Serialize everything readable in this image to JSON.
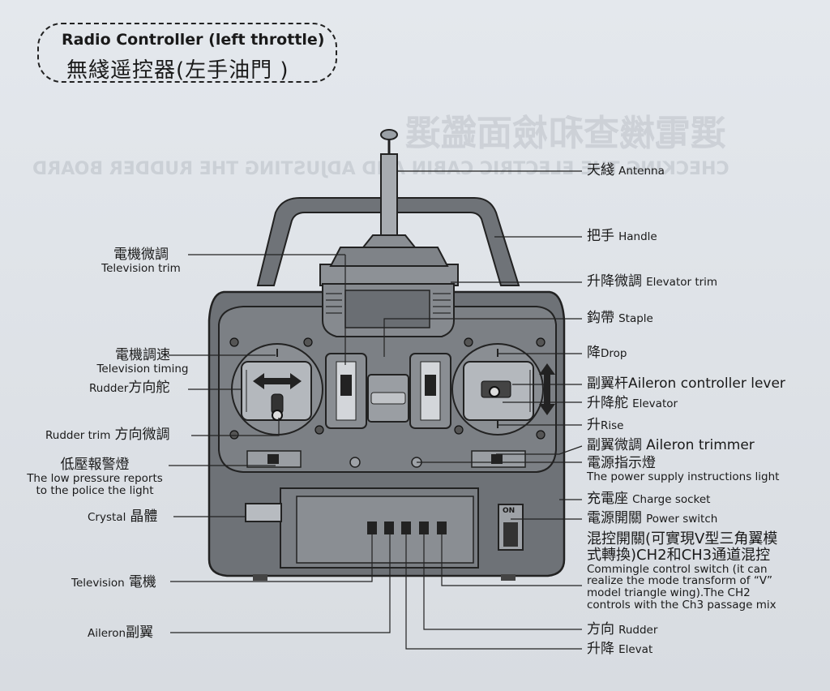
{
  "title": {
    "en": "Radio Controller (left throttle)",
    "zh": "無綫遥控器(左手油門 )"
  },
  "labels": {
    "antenna": {
      "zh": "天綫",
      "en": "Antenna"
    },
    "handle": {
      "zh": "把手",
      "en": "Handle"
    },
    "elevator_trim": {
      "zh": "升降微調",
      "en": "Elevator trim"
    },
    "staple": {
      "zh": "鈎帶",
      "en": "Staple"
    },
    "drop": {
      "zh": "降",
      "en": "Drop"
    },
    "aileron_lever": {
      "zh": "副翼杆",
      "en": "Aileron controller lever"
    },
    "elevator": {
      "zh": "升降舵",
      "en": "Elevator"
    },
    "rise": {
      "zh": "升",
      "en": "Rise"
    },
    "aileron_trimmer": {
      "zh": "副翼微調",
      "en": "Aileron trimmer"
    },
    "power_light": {
      "zh": "電源指示燈",
      "en": "The power supply instructions light"
    },
    "charge_socket": {
      "zh": "充電座",
      "en": "Charge socket"
    },
    "power_switch": {
      "zh": "電源開關",
      "en": "Power switch"
    },
    "commingle": {
      "zh_line1": "混控開關(可實現V型三角翼模",
      "zh_line2": "式轉換)CH2和CH3通道混控",
      "en_line1": "Commingle control switch (it can",
      "en_line2": "realize the mode transform of “V”",
      "en_line3": "model triangle wing).The CH2",
      "en_line4": "controls with the Ch3 passage mix"
    },
    "rudder": {
      "zh": "方向",
      "en": "Rudder"
    },
    "elevat": {
      "zh": "升降",
      "en": "Elevat"
    },
    "television_trim": {
      "zh": "電機微調",
      "en": "Television trim"
    },
    "television_timing": {
      "zh": "電機調速",
      "en": "Television timing"
    },
    "rudder_left": {
      "en": "Rudder",
      "zh": "方向舵"
    },
    "rudder_trim": {
      "en": "Rudder trim",
      "zh": "方向微調"
    },
    "low_pressure": {
      "zh": "低壓報警燈",
      "en_line1": "The low pressure reports",
      "en_line2": "to the police the light"
    },
    "crystal": {
      "en": "Crystal",
      "zh": "晶體"
    },
    "television": {
      "en": "Television",
      "zh": "電機"
    },
    "aileron": {
      "en": "Aileron",
      "zh": "副翼"
    }
  },
  "device": {
    "switch_label": "ON"
  },
  "background_text": {
    "line1": "選電機查和檢面鑑選",
    "line2": "CHECKING THE ELECTRIC CABIN AND ADJUSTING THE RUDDER BOARD"
  }
}
